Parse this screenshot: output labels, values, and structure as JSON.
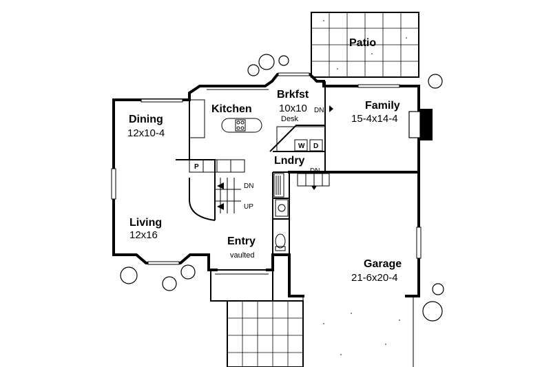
{
  "rooms": {
    "patio": {
      "name": "Patio"
    },
    "brkfst": {
      "name": "Brkfst",
      "dims": "10x10"
    },
    "family": {
      "name": "Family",
      "dims": "15-4x14-4"
    },
    "kitchen": {
      "name": "Kitchen"
    },
    "dining": {
      "name": "Dining",
      "dims": "12x10-4"
    },
    "lndry": {
      "name": "Lndry"
    },
    "living": {
      "name": "Living",
      "dims": "12x16"
    },
    "entry": {
      "name": "Entry",
      "note": "vaulted"
    },
    "garage": {
      "name": "Garage",
      "dims": "21-6x20-4"
    }
  },
  "annotations": {
    "desk": "Desk",
    "dn_brkfst": "DN",
    "dn_laundry": "DN",
    "dn_stairs": "DN",
    "up_stairs": "UP",
    "pantry": "P",
    "washer": "W",
    "dryer": "D"
  },
  "icons": [
    "tree-icon",
    "stair-arrow-icon",
    "fireplace-icon",
    "range-icon",
    "toilet-icon",
    "sink-icon"
  ]
}
